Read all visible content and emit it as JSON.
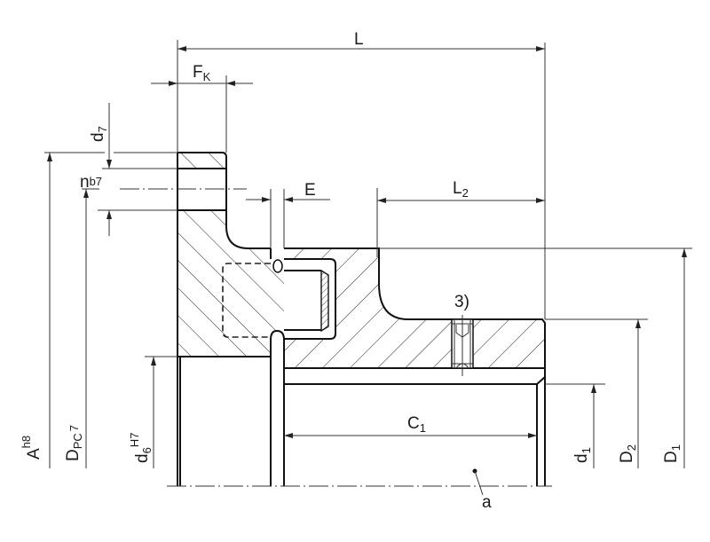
{
  "drawing": {
    "title": "Coupling hub with flange — cross-section dimension drawing",
    "dimensions": {
      "L": {
        "main": "L",
        "sub": ""
      },
      "FK": {
        "main": "F",
        "sub": "K"
      },
      "d7": {
        "main": "d",
        "sub": "7"
      },
      "nb7": {
        "main": "n",
        "sub": "b7"
      },
      "E": {
        "main": "E",
        "sub": ""
      },
      "L2": {
        "main": "L",
        "sub": "2"
      },
      "A": {
        "main": "A",
        "sup": "h8"
      },
      "DPC": {
        "main": "D",
        "sub": "PC",
        "sup": "7"
      },
      "d6": {
        "main": "d",
        "sub": "6",
        "sup": "H7"
      },
      "C1": {
        "main": "C",
        "sub": "1"
      },
      "d1": {
        "main": "d",
        "sub": "1"
      },
      "D2": {
        "main": "D",
        "sub": "2"
      },
      "D1": {
        "main": "D",
        "sub": "1"
      }
    },
    "callouts": {
      "note3": "3)",
      "a": "a"
    }
  }
}
